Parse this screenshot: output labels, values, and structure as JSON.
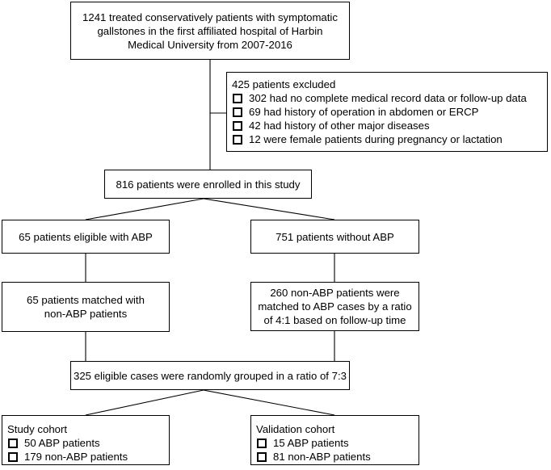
{
  "boxes": {
    "source": [
      "1241 treated conservatively patients with symptomatic",
      "gallstones in the first affiliated hospital of Harbin",
      "Medical University from 2007-2016"
    ],
    "excluded": {
      "title": "425 patients excluded",
      "items": [
        "302 had no complete medical record data or follow-up data",
        "69 had history of operation in abdomen or ERCP",
        "42 had history of other major diseases",
        "12 were female patients during pregnancy or lactation"
      ]
    },
    "enrolled": "816 patients were enrolled in this study",
    "abp": "65 patients eligible with ABP",
    "no_abp": "751 patients without ABP",
    "abp_matched": [
      "65 patients matched with",
      "non-ABP patients"
    ],
    "nonabp_matched": [
      "260 non-ABP patients were",
      "matched to ABP cases by a ratio",
      "of 4:1 based on follow-up time"
    ],
    "grouped": "325 eligible cases were randomly grouped in a ratio of 7:3",
    "study": {
      "title": "Study cohort",
      "items": [
        "50 ABP patients",
        "179 non-ABP patients"
      ]
    },
    "validation": {
      "title": "Validation cohort",
      "items": [
        "15 ABP patients",
        "81 non-ABP patients"
      ]
    }
  }
}
